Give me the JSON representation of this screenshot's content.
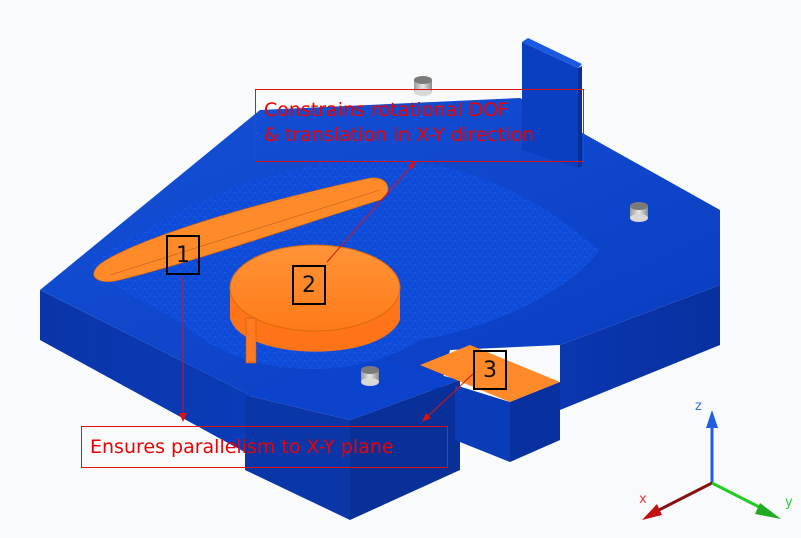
{
  "annotations": {
    "top_callout": {
      "line1": "Constrains rotational DOF",
      "line2": "& translation in X-Y direction"
    },
    "bottom_callout": {
      "text": "Ensures parallelism  to X-Y plane"
    },
    "markers": [
      {
        "label": "1"
      },
      {
        "label": "2"
      },
      {
        "label": "3"
      }
    ]
  },
  "triad": {
    "x_label": "x",
    "y_label": "y",
    "z_label": "z",
    "colors": {
      "x": "#b01010",
      "y": "#22cc22",
      "z": "#1f5fe0"
    }
  },
  "colors": {
    "part_blue": "#0a3fc4",
    "contact_orange": "#ff8a2a",
    "callout_red": "#ee0000"
  }
}
